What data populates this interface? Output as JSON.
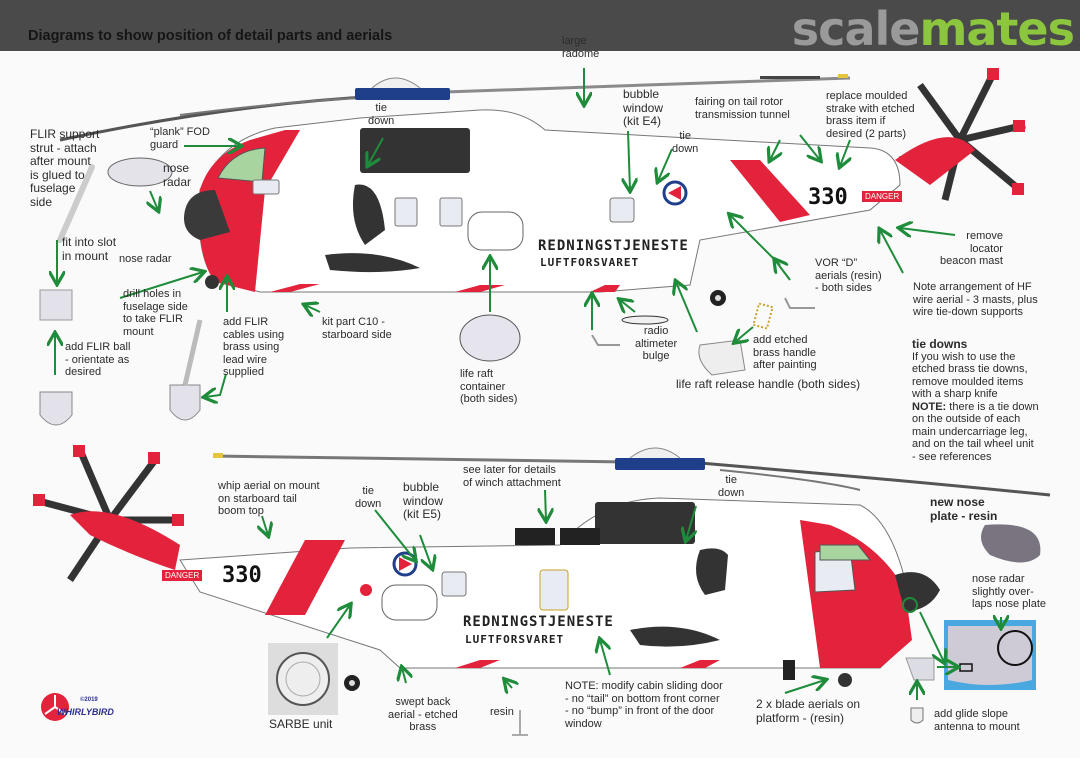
{
  "header": {
    "title": "Diagrams to show position of detail parts and aerials",
    "brand_part1": "scale",
    "brand_part2": "mates"
  },
  "colors": {
    "rescue_red": "#e2233b",
    "arrow_green": "#1e8c3a",
    "rotor_black": "#333333",
    "rotor_hub_blue": "#1f3f8a",
    "brand_green": "#8cc63f",
    "brand_grey": "#9a9a9a",
    "header_bg": "#4a4a4a"
  },
  "helicopter": {
    "registration": "330",
    "fuselage_text_1": "REDNINGSTJENESTE",
    "fuselage_text_2": "LUFTFORSVARET",
    "danger_label": "DANGER"
  },
  "top_diagram": {
    "labels": {
      "large_radome": "large\nradome",
      "tie_down_1": "tie\ndown",
      "plank_fod": "“plank” FOD\nguard",
      "flir_strut": "FLIR support\nstrut - attach\nafter mount\nis glued to\nfuselage\nside",
      "nose_radar_part": "nose\nradar",
      "fit_slot": "fit into slot\nin mount",
      "nose_radar": "nose radar",
      "drill_holes": "drill holes in\nfuselage side\nto take FLIR\nmount",
      "add_flir_ball": "add FLIR ball\n- orientate as\ndesired",
      "add_flir_cables": "add FLIR\ncables using\nbrass using\nlead wire\nsupplied",
      "kit_part_c10": "kit part C10 -\nstarboard side",
      "bubble_window_e4": "bubble\nwindow\n(kit E4)",
      "tie_down_2": "tie\ndown",
      "fairing": "fairing on tail rotor\ntransmission tunnel",
      "replace_strake": "replace moulded\nstrake with etched\nbrass item if\ndesired (2 parts)",
      "remove_locator": "remove\nlocator\nbeacon mast",
      "vor_d": "VOR “D”\naerials (resin)\n- both sides",
      "hf_note": "Note arrangement of HF\nwire aerial - 3 masts, plus\nwire tie-down supports",
      "life_raft_container": "life raft\ncontainer\n(both sides)",
      "radio_altimeter": "radio\naltimeter\nbulge",
      "add_etched_handle": "add etched\nbrass handle\nafter painting",
      "life_raft_release": "life raft release handle (both sides)"
    }
  },
  "tie_downs_note": {
    "heading": "tie downs",
    "body": "If you wish to use the\netched brass tie downs,\nremove moulded items\nwith a sharp knife",
    "note_label": "NOTE:",
    "note_body": " there is a tie down\non the outside of each\nmain undercarriage leg,\nand on the tail wheel unit\n- see references"
  },
  "bottom_diagram": {
    "labels": {
      "whip_aerial": "whip aerial on mount\non starboard tail\nboom top",
      "tie_down_1": "tie\ndown",
      "bubble_window_e5": "bubble\nwindow\n(kit E5)",
      "winch": "see later for details\nof winch attachment",
      "tie_down_2": "tie\ndown",
      "new_nose_plate": "new nose\nplate - resin",
      "nose_radar_overlap": "nose radar\nslightly over-\nlaps nose plate",
      "sarbe": "SARBE unit",
      "swept_back": "swept back\naerial - etched\nbrass",
      "resin": "resin",
      "note_door": "NOTE: modify cabin sliding door\n- no “tail” on bottom front corner\n- no “bump” in front of the door\nwindow",
      "blade_aerials": "2 x blade aerials on\nplatform - (resin)",
      "glide_slope": "add glide slope\nantenna to mount"
    }
  },
  "footer": {
    "copyright": "©2019",
    "maker": "WHIRLYBIRD"
  }
}
